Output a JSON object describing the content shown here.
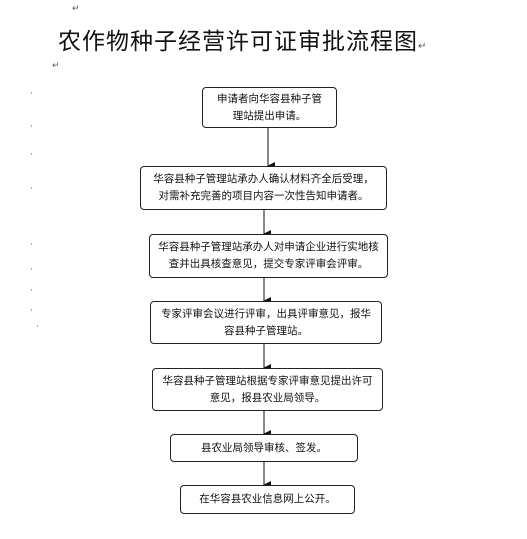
{
  "title": "农作物种子经营许可证审批流程图",
  "paragraph_marks": {
    "mark_glyph": "↵",
    "bullet_glyph": "·"
  },
  "steps": [
    {
      "text": "申请者向华容县种子管理站提出申请。"
    },
    {
      "text": "华容县种子管理站承办人确认材料齐全后受理，对需补充完善的项目内容一次性告知申请者。"
    },
    {
      "text": "华容县种子管理站承办人对申请企业进行实地核查并出具核查意见，提交专家评审会评审。"
    },
    {
      "text": "专家评审会议进行评审，出具评审意见，报华容县种子管理站。"
    },
    {
      "text": "华容县种子管理站根据专家评审意见提出许可意见，报县农业局领导。"
    },
    {
      "text": "县农业局领导审核、签发。"
    },
    {
      "text": "在华容县农业信息网上公开。"
    }
  ]
}
